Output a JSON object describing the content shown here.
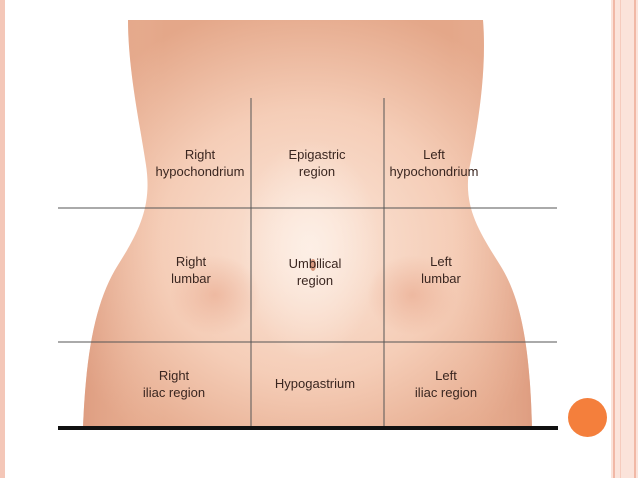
{
  "regions": [
    {
      "line1": "Right",
      "line2": "hypochondrium"
    },
    {
      "line1": "Epigastric",
      "line2": "region"
    },
    {
      "line1": "Left",
      "line2": "hypochondrium"
    },
    {
      "line1": "Right",
      "line2": "lumbar"
    },
    {
      "line1": "Umbilical",
      "line2": "region"
    },
    {
      "line1": "Left",
      "line2": "lumbar"
    },
    {
      "line1": "Right",
      "line2": "iliac region"
    },
    {
      "line1": "Hypogastrium",
      "line2": ""
    },
    {
      "line1": "Left",
      "line2": "iliac region"
    }
  ],
  "colors": {
    "skin_light": "#fbe4d6",
    "skin_mid": "#f2c3ab",
    "skin_dark": "#e3a68a",
    "accent_dot": "#f47f3c",
    "frame": "#f4c7b8"
  }
}
